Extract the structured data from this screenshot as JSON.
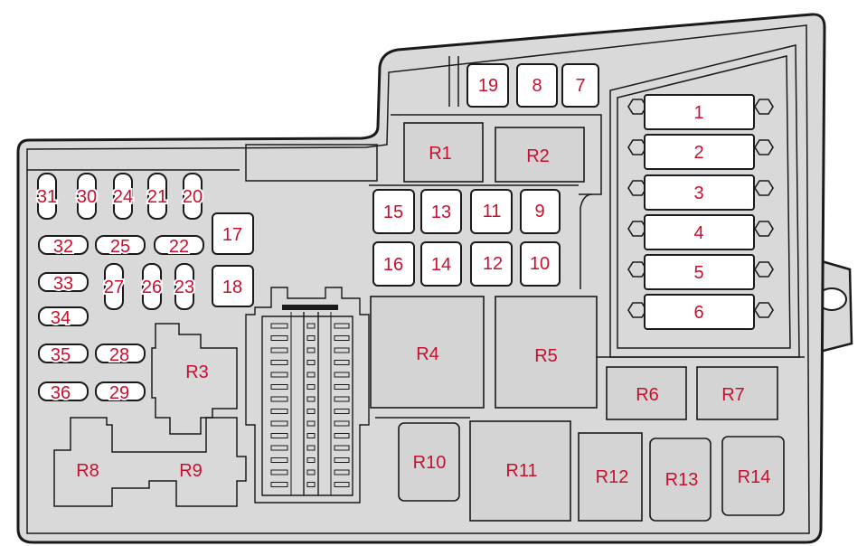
{
  "fuses_large": [
    "1",
    "2",
    "3",
    "4",
    "5",
    "6"
  ],
  "fuses_top": [
    "19",
    "8",
    "7"
  ],
  "fuses_mid": [
    "15",
    "13",
    "11",
    "9",
    "16",
    "14",
    "12",
    "10"
  ],
  "fuses_square": [
    "17",
    "18"
  ],
  "fuses_vertical": [
    "31",
    "30",
    "24",
    "21",
    "20",
    "27",
    "26",
    "23"
  ],
  "fuses_horizontal": [
    "32",
    "25",
    "22",
    "33",
    "34",
    "35",
    "28",
    "36",
    "29"
  ],
  "relays": [
    "R1",
    "R2",
    "R3",
    "R4",
    "R5",
    "R6",
    "R7",
    "R8",
    "R9",
    "R10",
    "R11",
    "R12",
    "R13",
    "R14"
  ],
  "colors": {
    "label": "#c8102e",
    "housing": "#d9d9d9",
    "outline": "#1a1a1a"
  }
}
